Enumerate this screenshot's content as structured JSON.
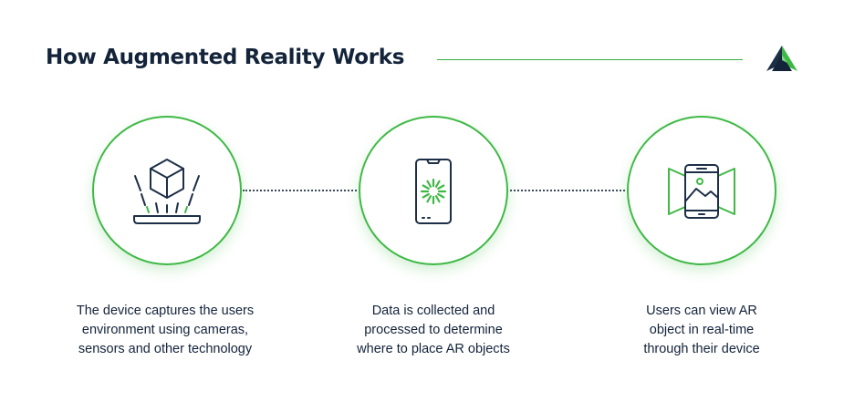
{
  "header": {
    "title": "How Augmented Reality Works",
    "logo_icon": "triangle-arrow-logo-icon"
  },
  "colors": {
    "accent_green": "#3fb945",
    "navy": "#13233a",
    "background": "#ffffff"
  },
  "steps": [
    {
      "icon": "hologram-cube-icon",
      "caption_lines": [
        "The device captures the users",
        "environment using cameras,",
        "sensors and other technology"
      ]
    },
    {
      "icon": "phone-loading-icon",
      "caption_lines": [
        "Data is collected and",
        "processed to determine",
        "where to place AR objects"
      ]
    },
    {
      "icon": "phone-ar-view-icon",
      "caption_lines": [
        "Users can view AR",
        "object in real-time",
        "through their device"
      ]
    }
  ]
}
